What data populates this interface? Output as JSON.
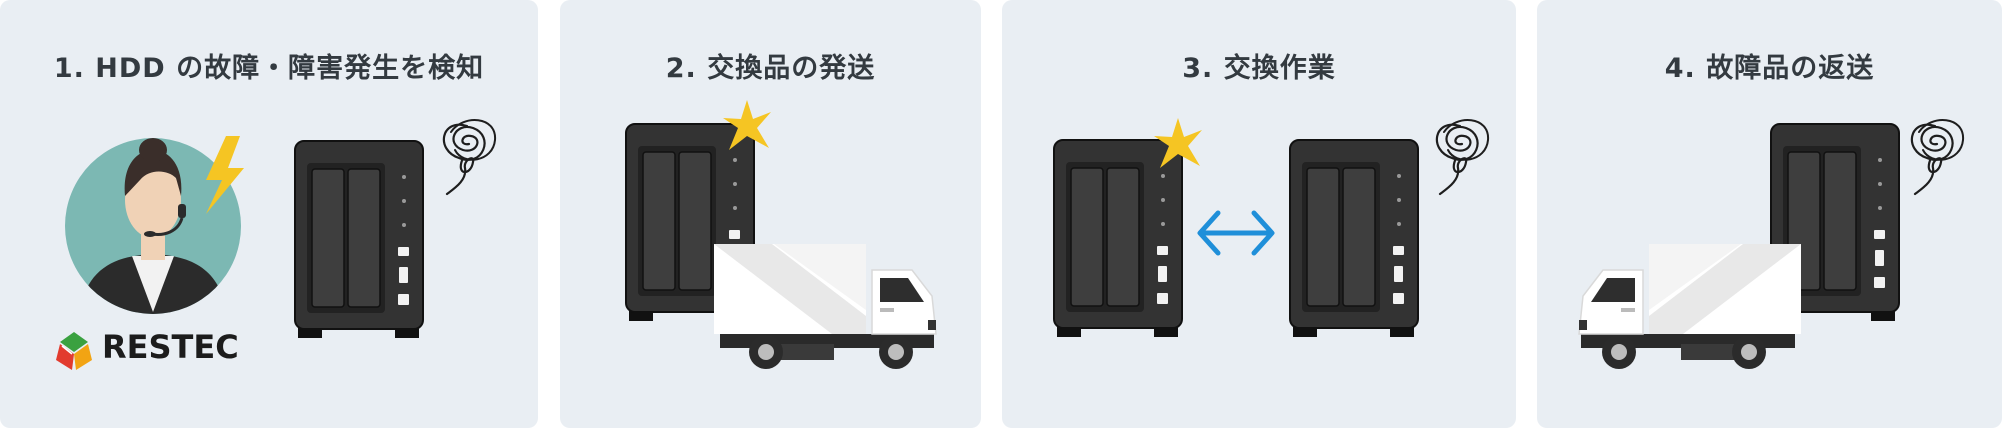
{
  "steps": [
    {
      "title": "1. HDD の故障・障害発生を検知"
    },
    {
      "title": "2. 交換品の発送"
    },
    {
      "title": "3. 交換作業"
    },
    {
      "title": "4. 故障品の返送"
    }
  ],
  "logo": {
    "text": "RESTEC"
  },
  "colors": {
    "panel": "#e9eef3",
    "nas_body": "#3a3a3a",
    "spark": "#f5c523",
    "arrow": "#1f8fd9",
    "avatar_bg": "#7cb8b3"
  },
  "icons": [
    "operator-avatar",
    "lightning-icon",
    "nas-device",
    "scribble-icon",
    "spark-icon",
    "delivery-truck",
    "swap-arrow-icon",
    "restec-logo-icon"
  ]
}
